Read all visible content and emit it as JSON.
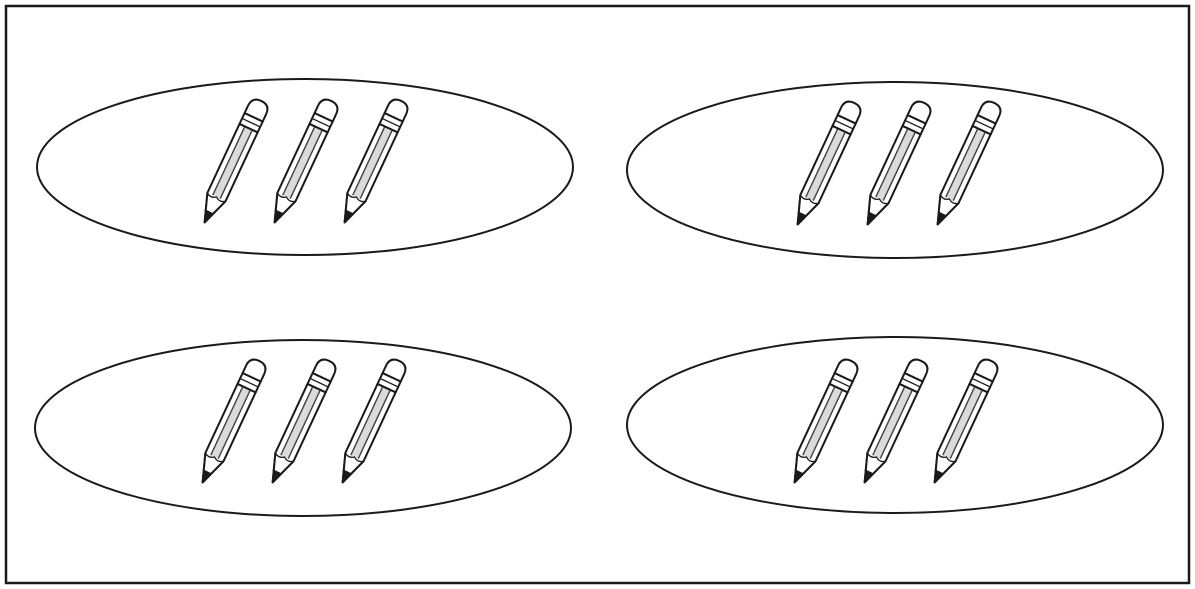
{
  "figure": {
    "stroke_color": "#1a1a1a",
    "fill_color": "#ffffff",
    "pencil_shade_color": "#bdbdbd"
  },
  "groups": [
    {
      "pencil_count": 3
    },
    {
      "pencil_count": 3
    },
    {
      "pencil_count": 3
    },
    {
      "pencil_count": 3
    }
  ]
}
